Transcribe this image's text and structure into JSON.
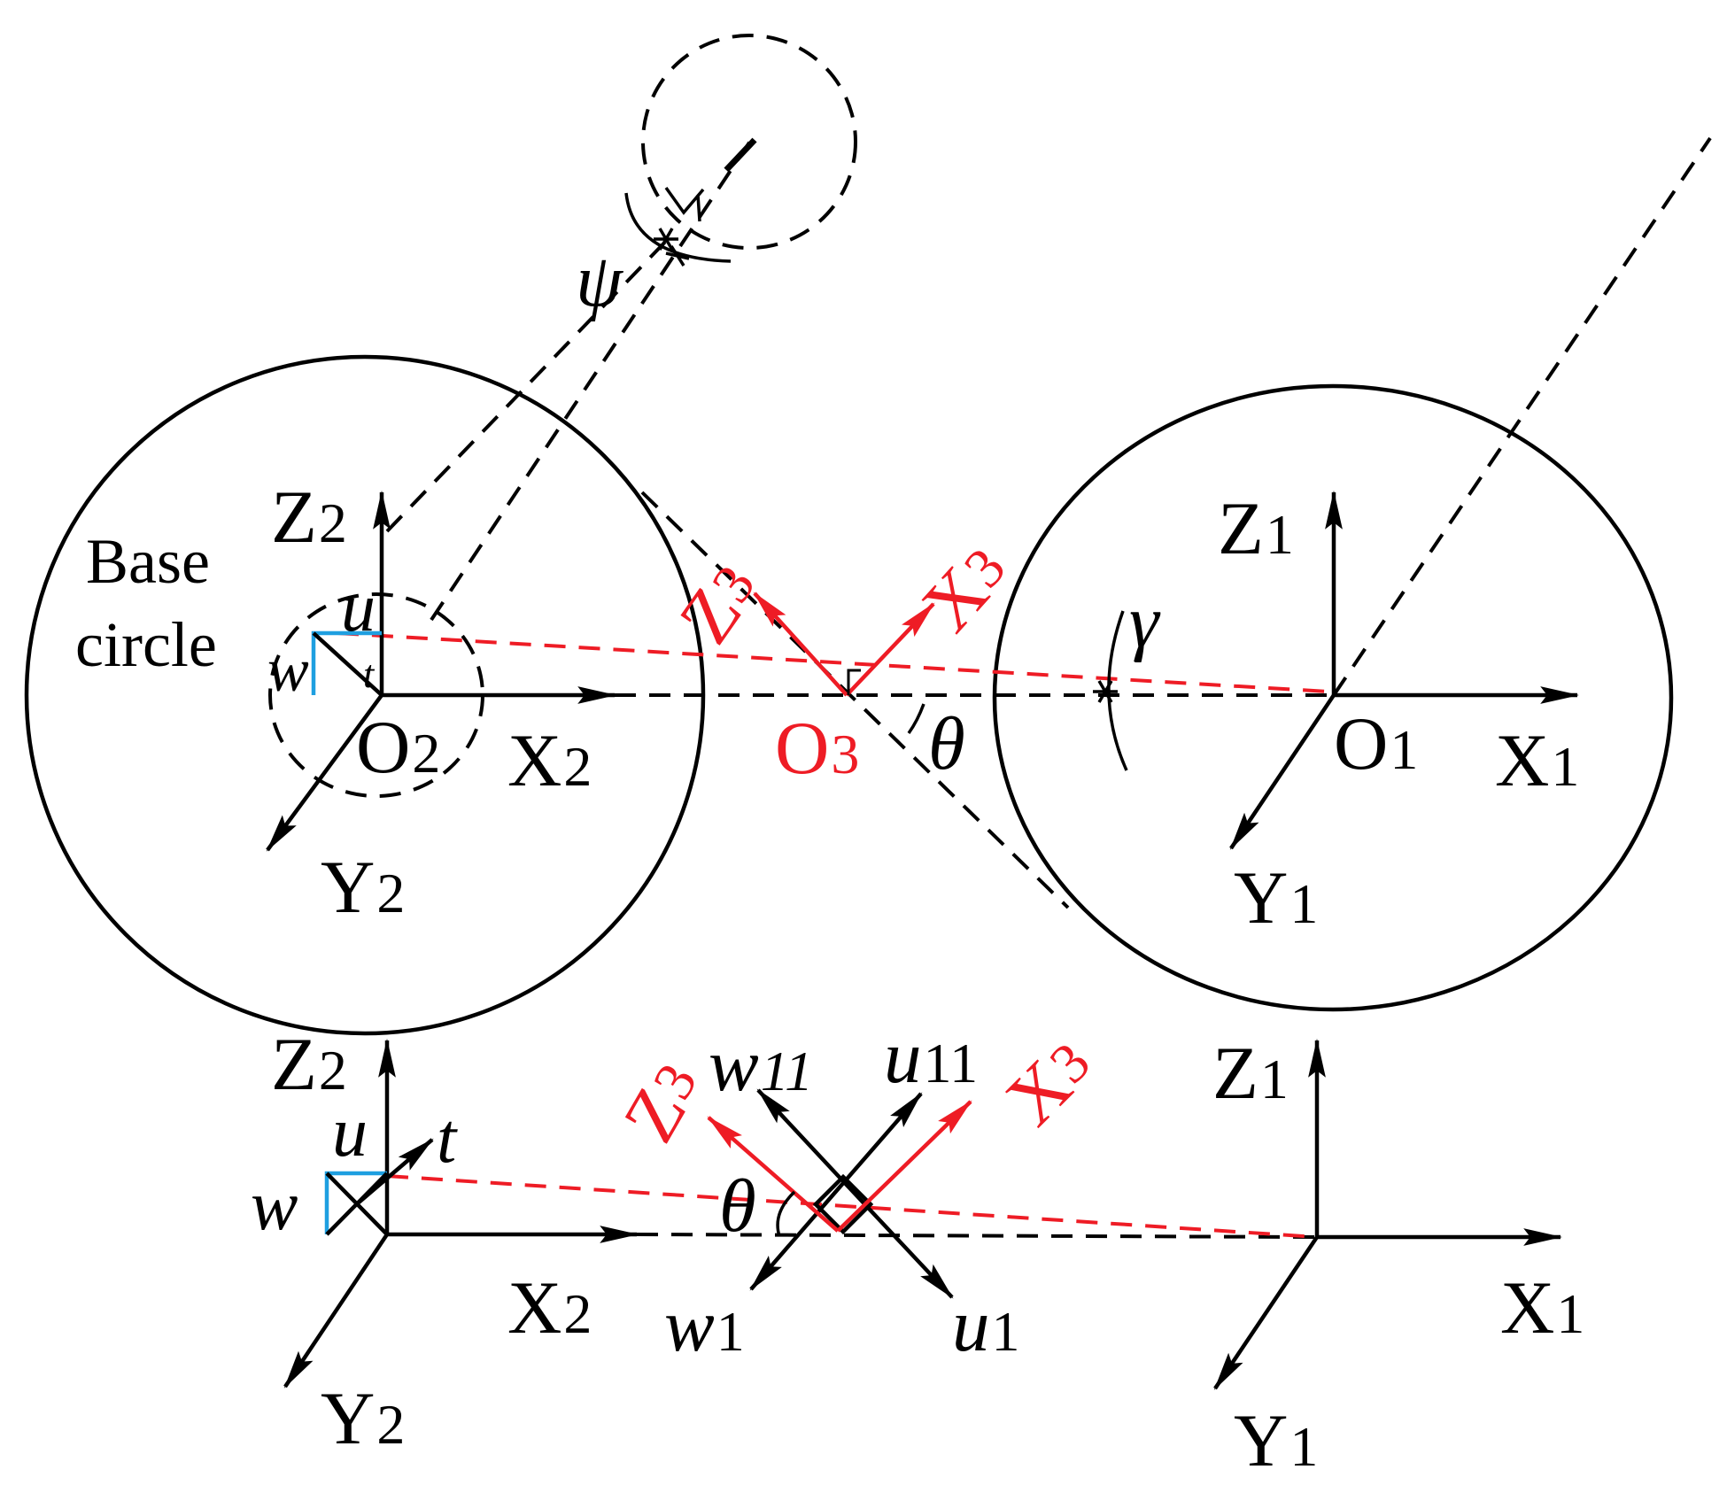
{
  "colors": {
    "axis": "#000000",
    "frame3": "#ee1c25",
    "section": "#1e9fe0"
  },
  "upper": {
    "base_circle": {
      "line1": "Base",
      "line2": "circle"
    },
    "z2": {
      "main": "Z",
      "sub": "2"
    },
    "x2": {
      "main": "X",
      "sub": "2"
    },
    "y2": {
      "main": "Y",
      "sub": "2"
    },
    "o2": {
      "main": "O",
      "sub": "2"
    },
    "z1": {
      "main": "Z",
      "sub": "1"
    },
    "x1": {
      "main": "X",
      "sub": "1"
    },
    "y1": {
      "main": "Y",
      "sub": "1"
    },
    "o1": {
      "main": "O",
      "sub": "1"
    },
    "z3": {
      "main": "Z",
      "sub": "3"
    },
    "x3": {
      "main": "X",
      "sub": "3"
    },
    "o3": {
      "main": "O",
      "sub": "3"
    },
    "u": "u",
    "w": "w",
    "t": "t",
    "theta": "θ",
    "gamma": "γ",
    "psi": "ψ"
  },
  "lower": {
    "z2": {
      "main": "Z",
      "sub": "2"
    },
    "x2": {
      "main": "X",
      "sub": "2"
    },
    "y2": {
      "main": "Y",
      "sub": "2"
    },
    "z1": {
      "main": "Z",
      "sub": "1"
    },
    "x1": {
      "main": "X",
      "sub": "1"
    },
    "y1": {
      "main": "Y",
      "sub": "1"
    },
    "z3": {
      "main": "Z",
      "sub": "3"
    },
    "x3": {
      "main": "X",
      "sub": "3"
    },
    "u": "u",
    "w": "w",
    "t": "t",
    "w11": {
      "main": "w",
      "sub": "11"
    },
    "u11": {
      "main": "u",
      "sub": "11"
    },
    "w1": {
      "main": "w",
      "sub": "1"
    },
    "u1": {
      "main": "u",
      "sub": "1"
    },
    "theta": "θ"
  }
}
